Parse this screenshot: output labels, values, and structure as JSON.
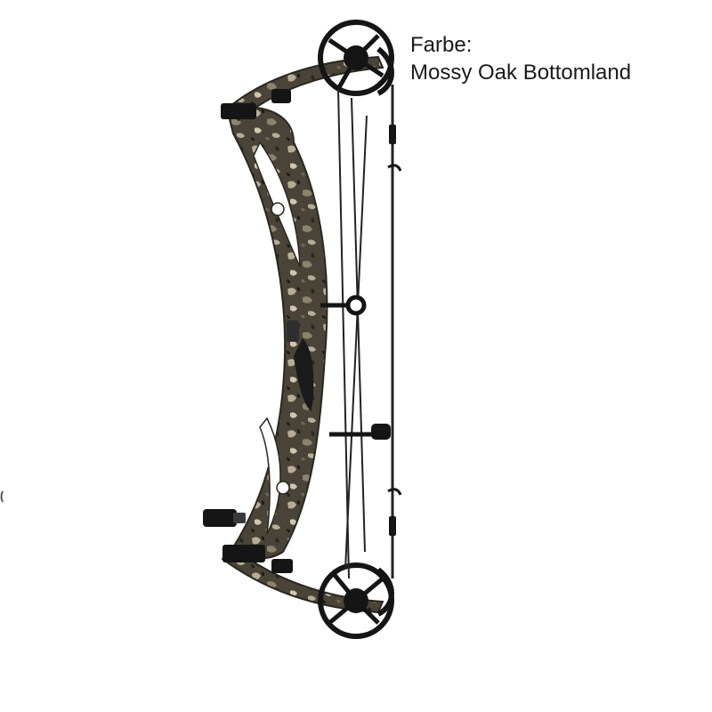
{
  "product": {
    "color_label": "Farbe:",
    "color_value": "Mossy Oak Bottomland"
  },
  "colors": {
    "camo_base": "#4a4438",
    "camo_light": "#b7ad96",
    "camo_dark": "#1f1d18",
    "hardware": "#151515",
    "string": "#222222",
    "background": "#ffffff"
  },
  "icons": [
    "compound-bow-image"
  ]
}
